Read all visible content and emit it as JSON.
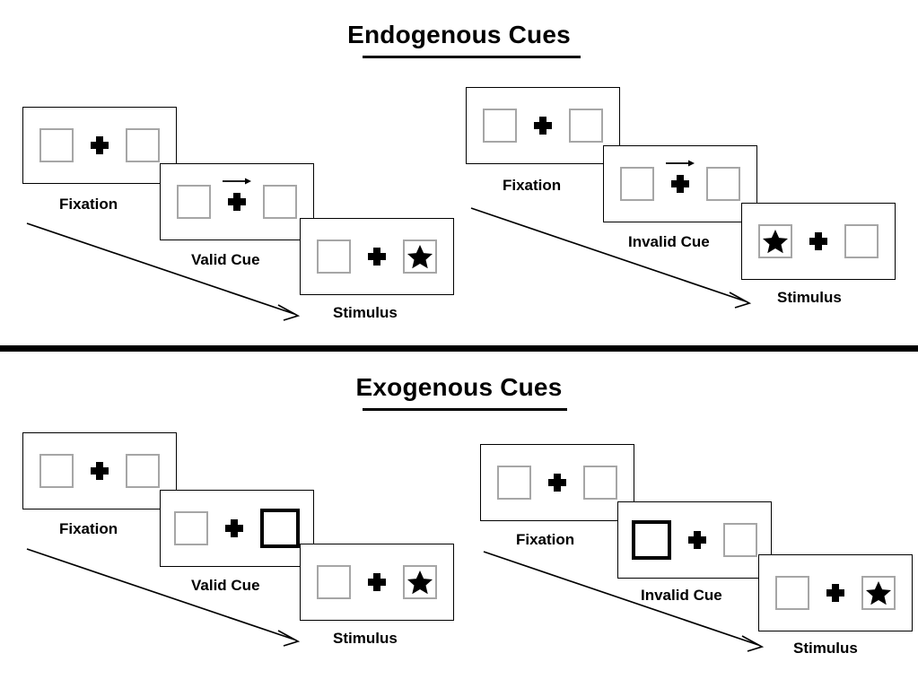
{
  "figure": {
    "sections": [
      {
        "id": "endogenous",
        "title": "Endogenous Cues",
        "conditions": [
          {
            "id": "endogenous-valid",
            "cue_type": "arrow",
            "cue_direction": "right",
            "validity": "valid",
            "target_side": "right",
            "frames": [
              {
                "label": "Fixation",
                "left_box": "empty",
                "right_box": "empty",
                "cue": "none"
              },
              {
                "label": "Valid Cue",
                "left_box": "empty",
                "right_box": "empty",
                "cue": "arrow-right"
              },
              {
                "label": "Stimulus",
                "left_box": "empty",
                "right_box": "star",
                "cue": "none"
              }
            ]
          },
          {
            "id": "endogenous-invalid",
            "cue_type": "arrow",
            "cue_direction": "right",
            "validity": "invalid",
            "target_side": "left",
            "frames": [
              {
                "label": "Fixation",
                "left_box": "empty",
                "right_box": "empty",
                "cue": "none"
              },
              {
                "label": "Invalid Cue",
                "left_box": "empty",
                "right_box": "empty",
                "cue": "arrow-right"
              },
              {
                "label": "Stimulus",
                "left_box": "star",
                "right_box": "empty",
                "cue": "none"
              }
            ]
          }
        ]
      },
      {
        "id": "exogenous",
        "title": "Exogenous Cues",
        "conditions": [
          {
            "id": "exogenous-valid",
            "cue_type": "box-flash",
            "cue_direction": "right",
            "validity": "valid",
            "target_side": "right",
            "frames": [
              {
                "label": "Fixation",
                "left_box": "empty",
                "right_box": "empty",
                "cue": "none"
              },
              {
                "label": "Valid Cue",
                "left_box": "empty",
                "right_box": "cued",
                "cue": "box-right"
              },
              {
                "label": "Stimulus",
                "left_box": "empty",
                "right_box": "star",
                "cue": "none"
              }
            ]
          },
          {
            "id": "exogenous-invalid",
            "cue_type": "box-flash",
            "cue_direction": "left",
            "validity": "invalid",
            "target_side": "right",
            "frames": [
              {
                "label": "Fixation",
                "left_box": "empty",
                "right_box": "empty",
                "cue": "none"
              },
              {
                "label": "Invalid Cue",
                "left_box": "cued",
                "right_box": "empty",
                "cue": "box-left"
              },
              {
                "label": "Stimulus",
                "left_box": "empty",
                "right_box": "star",
                "cue": "none"
              }
            ]
          }
        ]
      }
    ],
    "icons": {
      "fixation_cross": "plus-cross-icon",
      "cue_arrow": "arrow-right-icon",
      "target": "star-icon",
      "time_arrow": "time-flow-arrow-icon"
    },
    "colors": {
      "ink": "#000000",
      "box_outline": "#a6a6a6",
      "cued_outline": "#000000",
      "background": "#ffffff"
    }
  }
}
